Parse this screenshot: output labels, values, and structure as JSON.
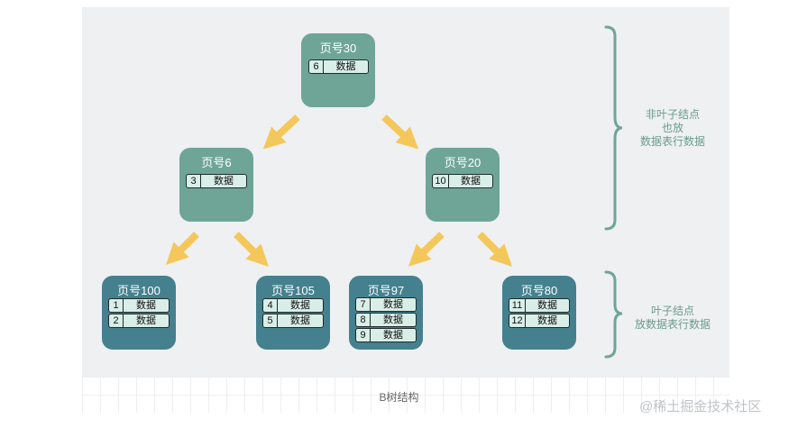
{
  "nodes": {
    "root": {
      "title": "页号30",
      "rows": [
        {
          "key": "6",
          "value": "数据"
        }
      ]
    },
    "left_mid": {
      "title": "页号6",
      "rows": [
        {
          "key": "3",
          "value": "数据"
        }
      ]
    },
    "right_mid": {
      "title": "页号20",
      "rows": [
        {
          "key": "10",
          "value": "数据"
        }
      ]
    },
    "leaf100": {
      "title": "页号100",
      "rows": [
        {
          "key": "1",
          "value": "数据"
        },
        {
          "key": "2",
          "value": "数据"
        }
      ]
    },
    "leaf105": {
      "title": "页号105",
      "rows": [
        {
          "key": "4",
          "value": "数据"
        },
        {
          "key": "5",
          "value": "数据"
        }
      ]
    },
    "leaf97": {
      "title": "页号97",
      "rows": [
        {
          "key": "7",
          "value": "数据"
        },
        {
          "key": "8",
          "value": "数据"
        },
        {
          "key": "9",
          "value": "数据"
        }
      ]
    },
    "leaf80": {
      "title": "页号80",
      "rows": [
        {
          "key": "11",
          "value": "数据"
        },
        {
          "key": "12",
          "value": "数据"
        }
      ]
    }
  },
  "labels": {
    "non_leaf": [
      "非叶子结点",
      "也放",
      "数据表行数据"
    ],
    "leaf": [
      "叶子结点",
      "放数据表行数据"
    ]
  },
  "caption": "B树结构",
  "watermark": "@稀土掘金技术社区",
  "colors": {
    "inner_node": "#6fa597",
    "leaf_node": "#45808e",
    "arrow": "#f4c75a",
    "label_text": "#6a9c8d"
  }
}
